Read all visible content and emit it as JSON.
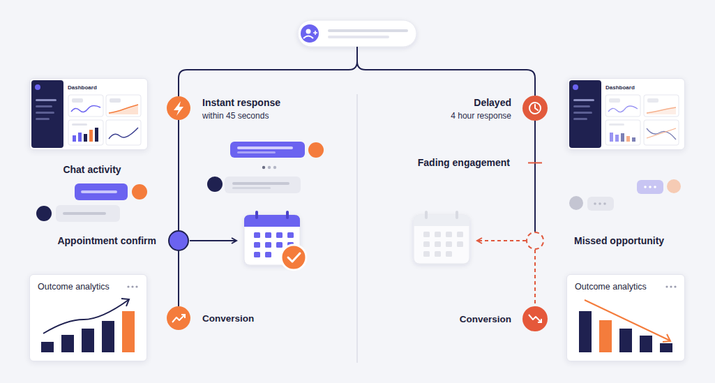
{
  "diagram": {
    "nodes": [
      {
        "text": [
          "Dashboard"
        ]
      },
      {
        "text": [
          "Instant response",
          "within 45 seconds"
        ]
      },
      {
        "text": [
          "Delayed",
          "4 hour response"
        ]
      },
      {
        "text": [
          "Dashboard"
        ]
      },
      {
        "text": [
          "Appointment confirm"
        ]
      },
      {
        "text": [
          "Missed opportunity"
        ]
      },
      {
        "text": [
          "Outcome analytics"
        ]
      },
      {
        "text": [
          "Conversion"
        ]
      },
      {
        "text": [
          "Conversion"
        ]
      },
      {
        "text": [
          "Outcome analytics"
        ]
      }
    ],
    "edges": [
      {
        "from": 1,
        "to": 4,
        "arrow": "none"
      },
      {
        "from": 4,
        "to": 7,
        "arrow": "none"
      },
      {
        "from": 2,
        "to": 5,
        "label": "Fading engagement",
        "arrow": "none"
      },
      {
        "from": 5,
        "to": 8,
        "arrow": "none"
      }
    ],
    "labels": [
      "Chat activity"
    ]
  }
}
